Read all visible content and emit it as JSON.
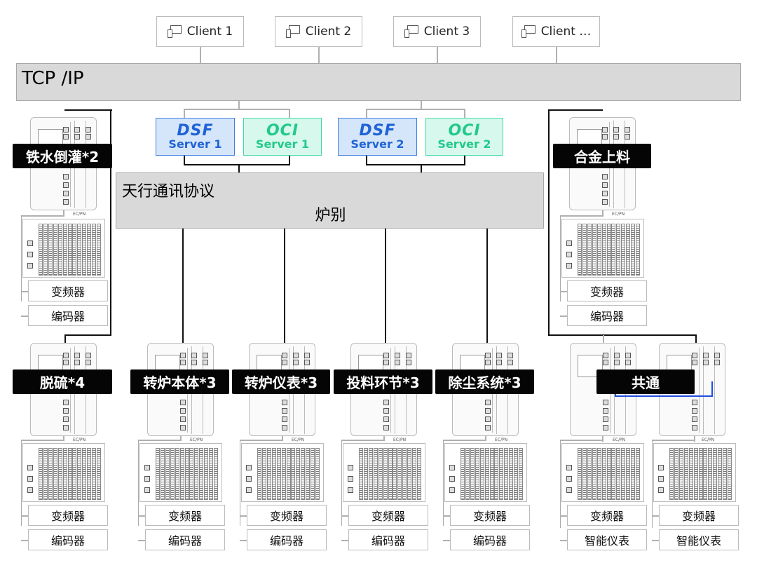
{
  "clients": [
    "Client 1",
    "Client 2",
    "Client 3",
    "Client …"
  ],
  "network": {
    "label": "TCP /IP"
  },
  "servers": [
    {
      "logo": "DSF",
      "name": "Server 1",
      "type": "dsf"
    },
    {
      "logo": "OCI",
      "name": "Server 1",
      "type": "oci"
    },
    {
      "logo": "DSF",
      "name": "Server 2",
      "type": "dsf"
    },
    {
      "logo": "OCI",
      "name": "Server 2",
      "type": "oci"
    }
  ],
  "protocol": {
    "title": "天行通讯协议",
    "subtitle": "炉别"
  },
  "device_bus_label": "EC/PN",
  "groups": [
    {
      "label": "铁水倒灌*2",
      "devices": [
        "变频器",
        "编码器"
      ]
    },
    {
      "label": "合金上料",
      "devices": [
        "变频器",
        "编码器"
      ]
    },
    {
      "label": "脱硫*4",
      "devices": [
        "变频器",
        "编码器"
      ]
    },
    {
      "label": "转炉本体*3",
      "devices": [
        "变频器",
        "编码器"
      ]
    },
    {
      "label": "转炉仪表*3",
      "devices": [
        "变频器",
        "编码器"
      ]
    },
    {
      "label": "投料环节*3",
      "devices": [
        "变频器",
        "编码器"
      ]
    },
    {
      "label": "除尘系统*3",
      "devices": [
        "变频器",
        "编码器"
      ]
    },
    {
      "label": "共通",
      "devices": [
        "变频器",
        "智能仪表",
        "变频器",
        "智能仪表"
      ]
    }
  ],
  "colors": {
    "dsf": "#1f63d6",
    "oci": "#22c98c",
    "link": "#1f4fe0"
  }
}
